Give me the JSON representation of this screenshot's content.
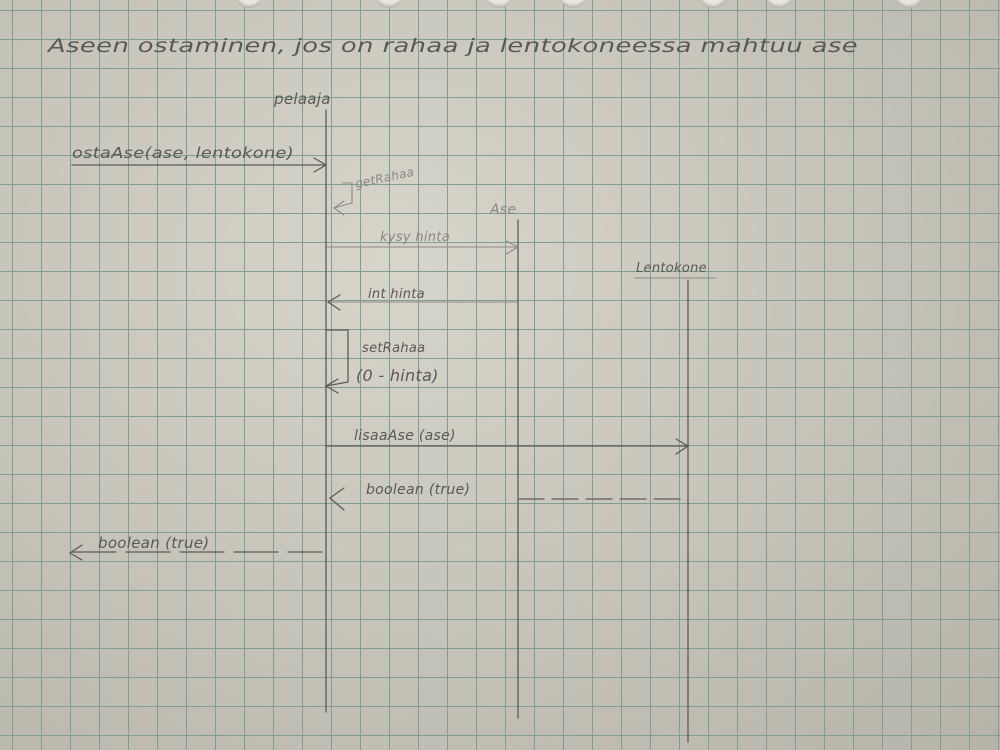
{
  "title": "Aseen ostaminen, jos on rahaa ja lentokoneessa mahtuu ase",
  "participants": {
    "pelaaja": "pelaaja",
    "ase": "Ase",
    "lentokone": "Lentokone"
  },
  "messages": {
    "osta_ase": "ostaAse(ase, lentokone)",
    "get_rahaa": "getRahaa",
    "kysy_hinta": "kysy hinta",
    "int_hinta": "int hinta",
    "set_rahaa_1": "setRahaa",
    "set_rahaa_2": "(0 - hinta)",
    "lisaa_ase": "lisaaAse (ase)",
    "return_lentokone": "boolean (true)",
    "return_final": "boolean (true)"
  }
}
